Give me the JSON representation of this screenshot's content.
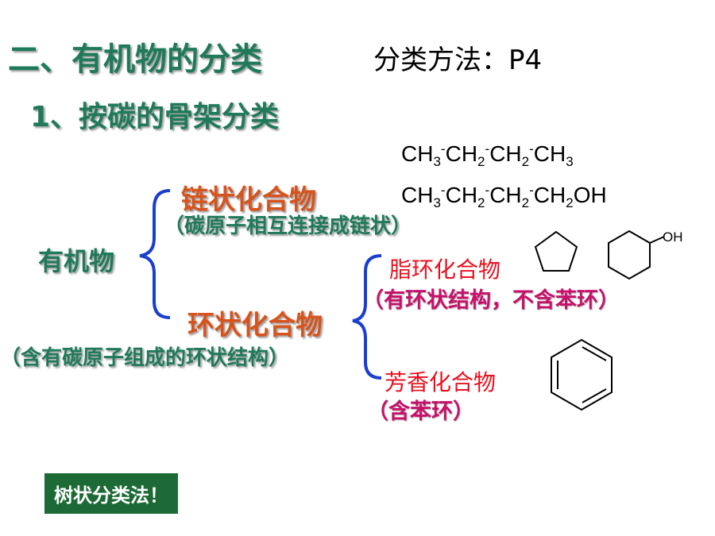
{
  "title": "二、有机物的分类",
  "method": "分类方法：P4",
  "subtitle": "1、按碳的骨架分类",
  "formulas": {
    "f1": [
      "CH",
      "3",
      "-",
      "CH",
      "2",
      "-",
      "CH",
      "2",
      "-",
      "CH",
      "3"
    ],
    "f2": [
      "CH",
      "3",
      "-",
      "CH",
      "2",
      "-",
      "CH",
      "2",
      "-",
      "CH",
      "2",
      "OH"
    ]
  },
  "root": "有机物",
  "chain": {
    "label": "链状化合物",
    "note": "（碳原子相互连接成链状）"
  },
  "ring": {
    "label": "环状化合物",
    "note": "（含有碳原子组成的环状结构）"
  },
  "alicyclic": {
    "label": "脂环化合物",
    "note": "（有环状结构，不含苯环）"
  },
  "aromatic": {
    "label": "芳香化合物",
    "note": "（含苯环）"
  },
  "oh_label": "OH",
  "footer": "树状分类法！",
  "colors": {
    "green": "#1f7a5a",
    "orange": "#d8531c",
    "red": "#e8101e",
    "magenta": "#c8106a",
    "brace": "#1a3fd0",
    "box": "#1d6a36"
  }
}
